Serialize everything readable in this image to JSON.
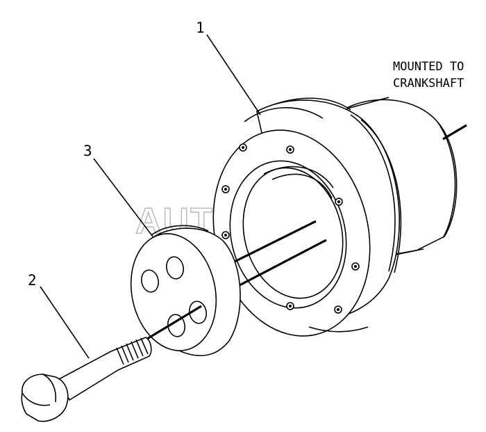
{
  "callouts": {
    "part1": "1",
    "part2": "2",
    "part3": "3"
  },
  "note": {
    "line1": "MOUNTED TO",
    "line2": "CRANKSHAFT"
  },
  "watermark": "AUTOSOFT"
}
